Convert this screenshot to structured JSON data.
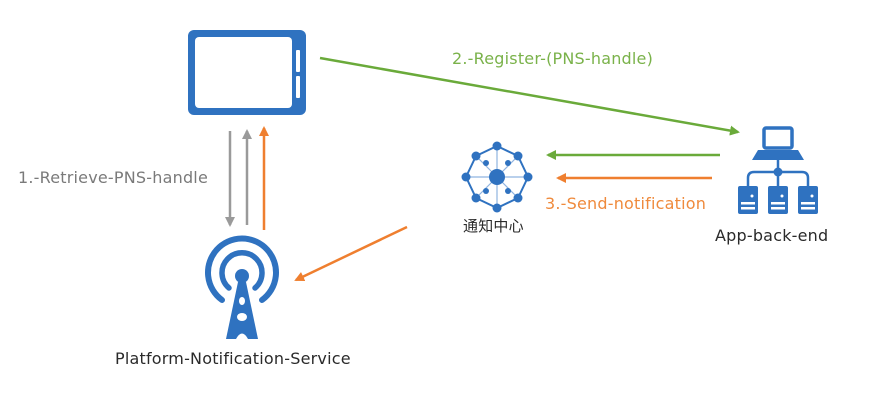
{
  "colors": {
    "icon_blue": "#2f72c0",
    "green": "#6aaa3a",
    "orange": "#ef7f2f",
    "gray": "#9a9a9a",
    "text": "#2a2a2a"
  },
  "nodes": {
    "device": {
      "icon": "tablet-icon"
    },
    "pns": {
      "label": "Platform-Notification-Service",
      "icon": "radio-tower-icon"
    },
    "hub": {
      "label": "通知中心",
      "icon": "hub-network-icon"
    },
    "backend": {
      "label": "App-back-end",
      "icon": "server-network-icon"
    }
  },
  "steps": {
    "retrieve": {
      "label": "1.-Retrieve-PNS-handle"
    },
    "register": {
      "label": "2.-Register-(PNS-handle)"
    },
    "send": {
      "label": "3.-Send-notification"
    }
  }
}
